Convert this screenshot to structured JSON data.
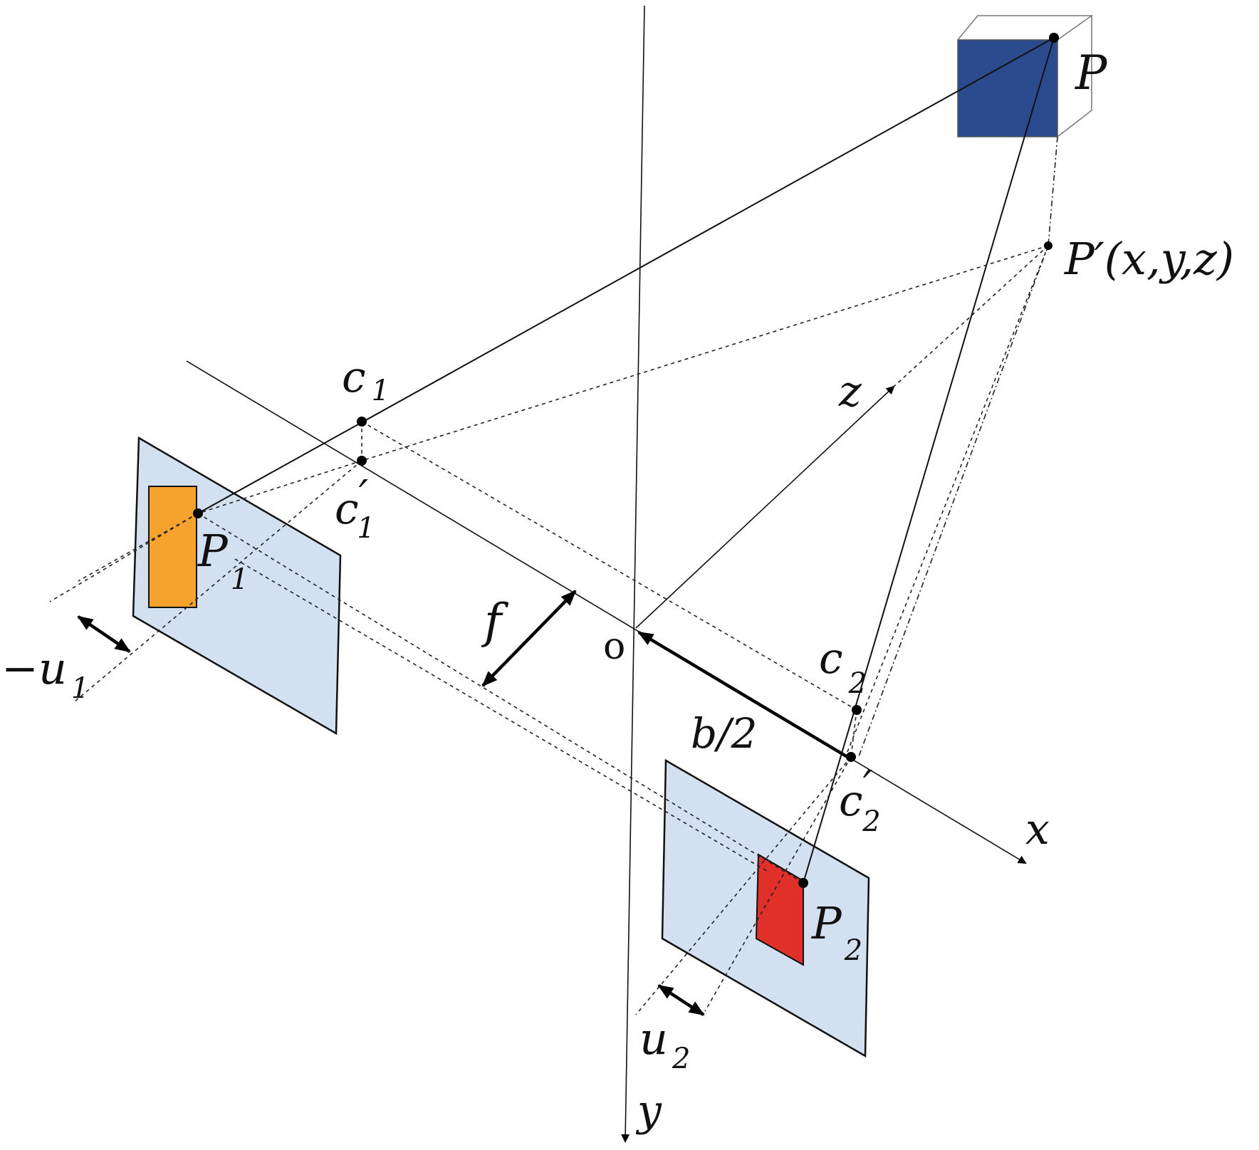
{
  "labels": {
    "point": "P",
    "point_proj_main": "P",
    "point_proj_prime": "′",
    "point_proj_coords": "(x,y,z)",
    "c1_base": "c",
    "c1_sub": "1",
    "c1p_base": "c",
    "c1p_prime": "′",
    "c1p_sub": "1",
    "c2_base": "c",
    "c2_sub": "2",
    "c2p_base": "c",
    "c2p_prime": "′",
    "c2p_sub": "2",
    "p1_base": "P",
    "p1_sub": "1",
    "p2_base": "P",
    "p2_sub": "2",
    "origin": "o",
    "focal": "f",
    "baseline": "b/2",
    "u1_base": "−u",
    "u1_sub": "1",
    "u2_base": "u",
    "u2_sub": "2",
    "axis_x": "x",
    "axis_y": "y",
    "axis_z": "z"
  },
  "colors": {
    "cube": "#2c4b8e",
    "image_plane": "#d3e0ef",
    "left_image": "#f5a32c",
    "right_image": "#e1302a"
  }
}
